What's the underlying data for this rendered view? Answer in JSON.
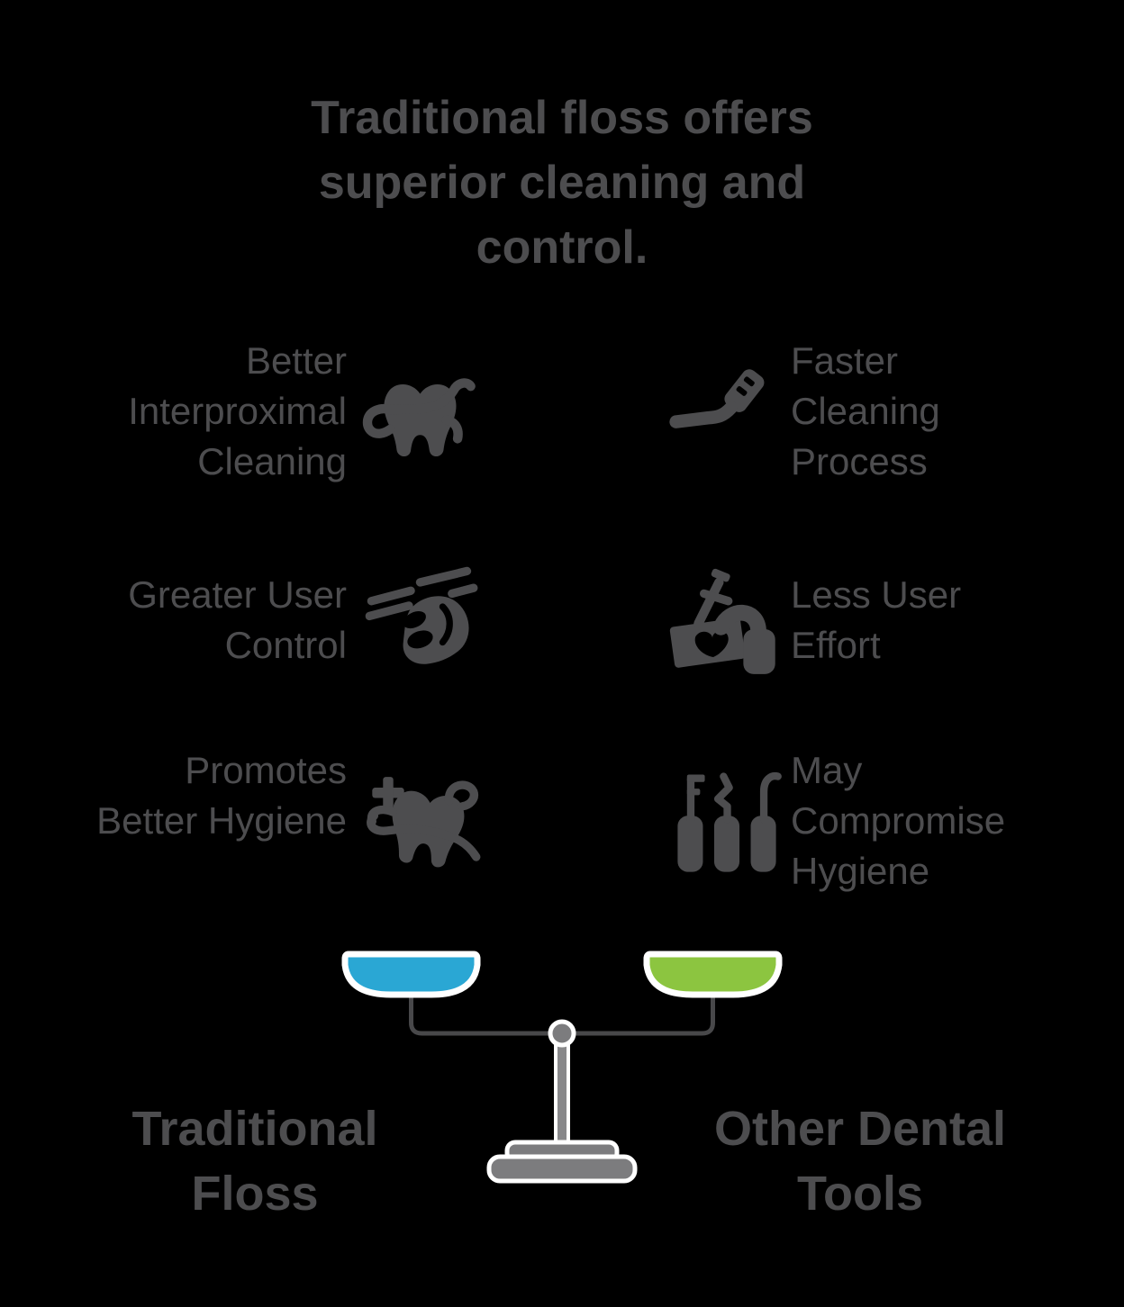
{
  "title": "Traditional floss offers superior cleaning and control.",
  "comparison": {
    "left": {
      "items": [
        {
          "label": "Better Interproximal Cleaning",
          "icon": "tooth-floss-icon"
        },
        {
          "label": "Greater User Control",
          "icon": "hand-floss-icon"
        },
        {
          "label": "Promotes Better Hygiene",
          "icon": "sparkling-tooth-icon"
        }
      ]
    },
    "right": {
      "items": [
        {
          "label": "Faster Cleaning Process",
          "icon": "toothbrush-icon"
        },
        {
          "label": "Less User Effort",
          "icon": "water-flosser-icon"
        },
        {
          "label": "May Compromise Hygiene",
          "icon": "dental-tools-icon"
        }
      ]
    }
  },
  "scale": {
    "left_label": "Traditional Floss",
    "right_label": "Other Dental Tools",
    "left_pan_color": "#2AA7D4",
    "right_pan_color": "#8CC540"
  },
  "colors": {
    "background": "#000000",
    "text": "#4D4D4F",
    "icon": "#4D4D4F",
    "scale_beam": "#48484A",
    "scale_stand": "#7C7C7E",
    "scale_outline": "#FFFFFF"
  }
}
